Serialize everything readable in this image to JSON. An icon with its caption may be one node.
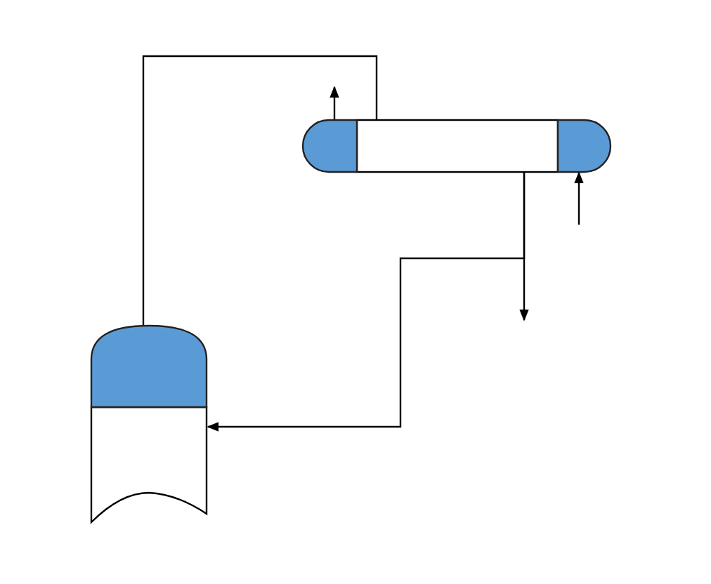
{
  "diagram": {
    "nodes": [
      {
        "text": [],
        "shape": "tank"
      },
      {
        "text": [],
        "shape": "drum"
      }
    ],
    "edges": [
      {
        "from": 0,
        "to": 1,
        "arrow": "none"
      },
      {
        "from": 1,
        "to": null,
        "arrow": "to"
      },
      {
        "from": null,
        "to": 1,
        "arrow": "to"
      },
      {
        "from": 1,
        "to": null,
        "arrow": "to"
      },
      {
        "from": 1,
        "to": 0,
        "arrow": "to"
      }
    ]
  }
}
